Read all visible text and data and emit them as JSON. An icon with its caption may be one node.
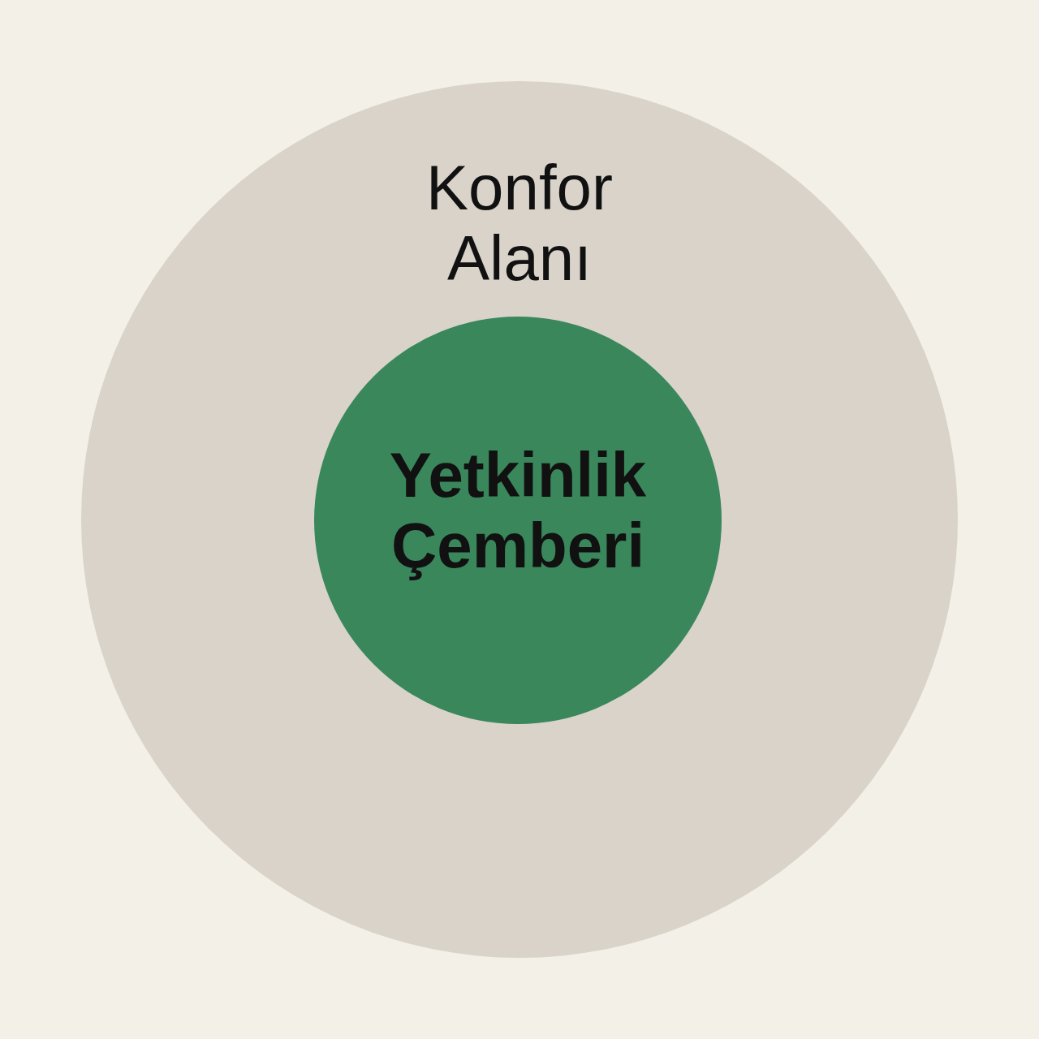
{
  "diagram": {
    "nodes": [
      {
        "text": [
          "Konfor Alanı"
        ]
      },
      {
        "text": [
          "Yetkinlik Çemberi"
        ],
        "in": 0
      }
    ]
  }
}
